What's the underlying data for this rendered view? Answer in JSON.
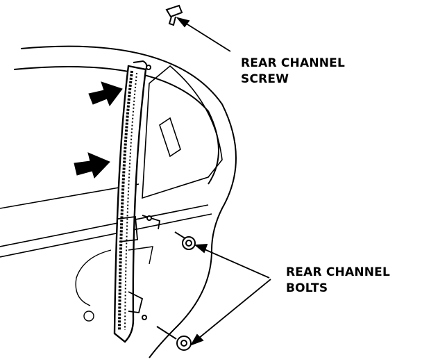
{
  "labels": {
    "screw": {
      "line1": "REAR CHANNEL",
      "line2": "SCREW"
    },
    "bolts": {
      "line1": "REAR CHANNEL",
      "line2": "BOLTS"
    }
  },
  "colors": {
    "ink": "#000000",
    "paper": "#ffffff"
  }
}
